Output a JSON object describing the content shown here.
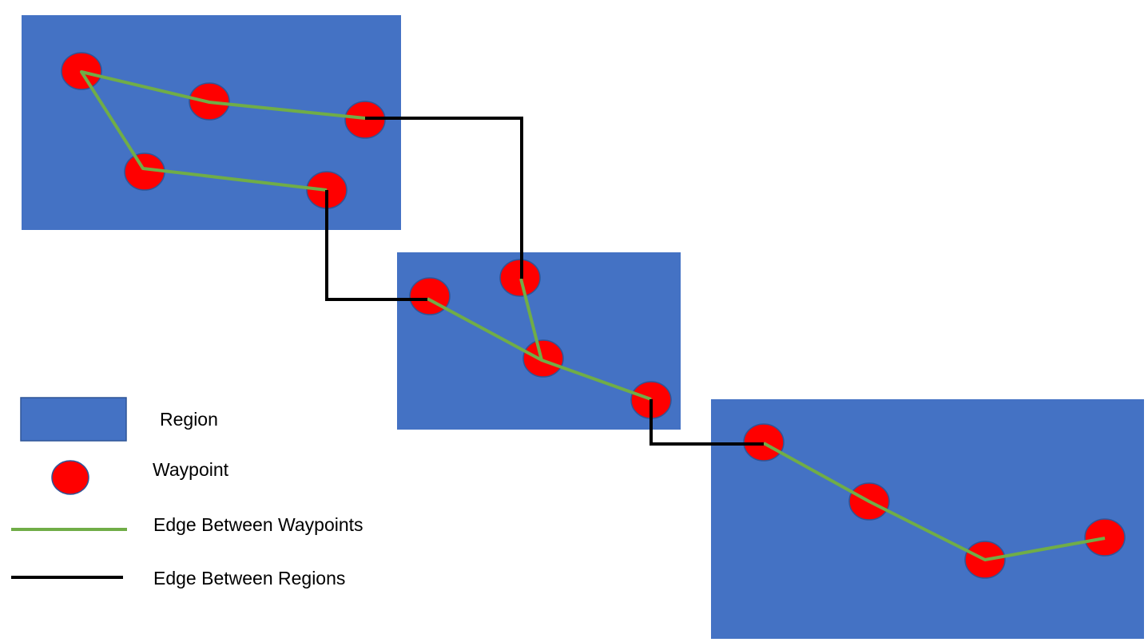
{
  "colors": {
    "region_fill": "#4472C4",
    "waypoint_fill": "#FF0000",
    "waypoint_stroke": "#2F5597",
    "waypoint_edge": "#70AD47",
    "region_edge": "#000000"
  },
  "legend": {
    "region_label": "Region",
    "waypoint_label": "Waypoint",
    "waypoint_edge_label": "Edge Between Waypoints",
    "region_edge_label": "Edge Between Regions"
  },
  "regions": [
    {
      "id": "region-1",
      "waypoints": 5
    },
    {
      "id": "region-2",
      "waypoints": 4
    },
    {
      "id": "region-3",
      "waypoints": 4
    }
  ]
}
